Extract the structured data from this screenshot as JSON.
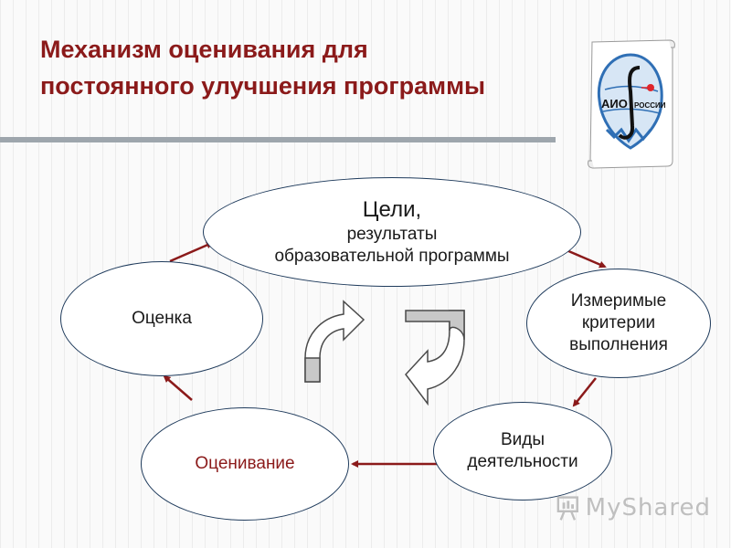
{
  "title": {
    "line1": "Механизм оценивания для",
    "line2": "постоянного улучшения программы"
  },
  "logo": {
    "text_aio": "АИО",
    "text_rossii": "РОССИИ"
  },
  "nodes": {
    "goals": {
      "line1": "Цели,",
      "line2": "результаты",
      "line3": "образовательной программы"
    },
    "criteria": {
      "line1": "Измеримые",
      "line2": "критерии",
      "line3": "выполнения"
    },
    "activities": {
      "line1": "Виды",
      "line2": "деятельности"
    },
    "assessing": {
      "line1": "Оценивание"
    },
    "evaluation": {
      "line1": "Оценка"
    }
  },
  "watermark": {
    "text": "MyShared"
  },
  "colors": {
    "title": "#8b1a1a",
    "arrow": "#8b1a1a",
    "node_border": "#1f3b5c",
    "rule": "#9ea6ad",
    "logo_blue": "#2f6fb5",
    "logo_red": "#e0252a"
  }
}
